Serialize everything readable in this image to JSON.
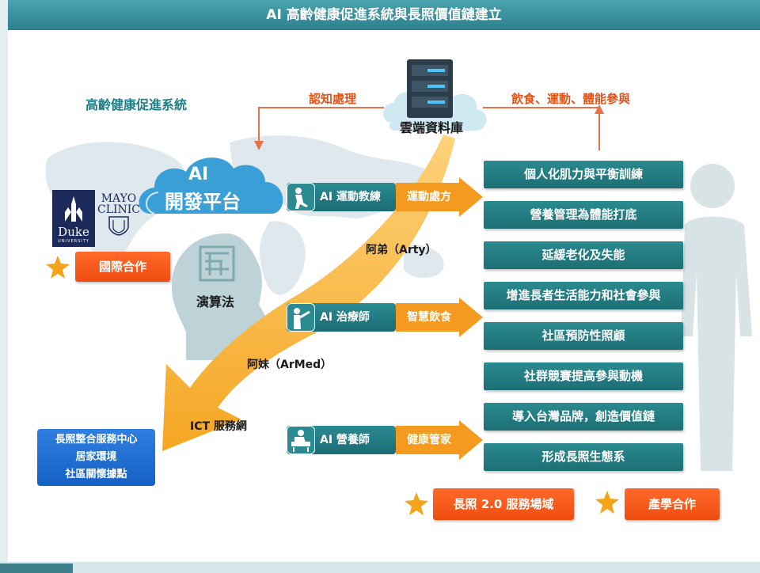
{
  "title": "AI 高齡健康促進系統與長照價值鏈建立",
  "system_label": "高齡健康促進系統",
  "cloud": {
    "label": "雲端資料庫",
    "left_arrow_label": "認知處理",
    "right_arrow_label": "飲食、運動、體能參與"
  },
  "ai_platform": {
    "line1": "AI",
    "line2": "開發平台"
  },
  "algorithm_label": "演算法",
  "logos": {
    "duke": "Duke",
    "duke_sub": "UNIVERSITY",
    "mayo_line1": "MAYO",
    "mayo_line2": "CLINIC"
  },
  "international": "國際合作",
  "roles": [
    {
      "label": "AI 運動教練",
      "output": "運動處方",
      "icon": "exercise-icon"
    },
    {
      "label": "AI 治療師",
      "output": "智慧飲食",
      "icon": "therapist-icon"
    },
    {
      "label": "AI 營養師",
      "output": "健康管家",
      "icon": "nutritionist-icon"
    }
  ],
  "arrow_labels": {
    "arty": "阿弟（Arty）",
    "armed": "阿妹（ArMed）",
    "ict": "ICT 服務網"
  },
  "service_items": [
    "個人化肌力與平衡訓練",
    "營養管理為體能打底",
    "延緩老化及失能",
    "增進長者生活能力和社會參與",
    "社區預防性照顧",
    "社群競賽提高參與動機",
    "導入台灣品牌，創造價值鏈",
    "形成長照生態系"
  ],
  "ltc_center": {
    "line1": "長照整合服務中心",
    "line2": "居家環境",
    "line3": "社區關懷據點"
  },
  "bottom": {
    "field": "長照 2.0 服務場域",
    "coop": "產學合作"
  },
  "colors": {
    "teal": "#1f7f8a",
    "orange": "#ef4c10",
    "arrow_yellow": "#f7b733",
    "blue": "#1976d2"
  }
}
